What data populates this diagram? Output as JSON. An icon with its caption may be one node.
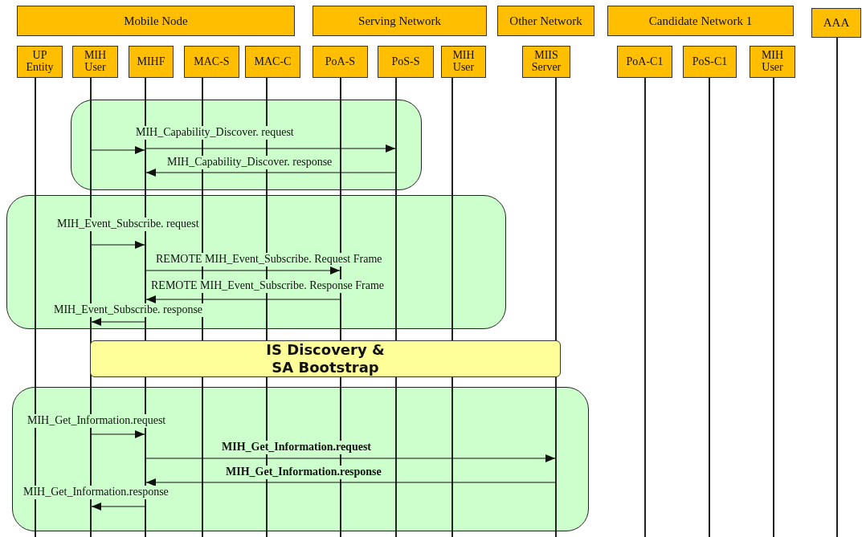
{
  "diagram": {
    "nodes": [
      {
        "text": [
          "Mobile Node"
        ]
      },
      {
        "text": [
          "Serving Network"
        ]
      },
      {
        "text": [
          "Other Network"
        ]
      },
      {
        "text": [
          "Candidate Network 1"
        ]
      },
      {
        "text": [
          "AAA"
        ]
      },
      {
        "text": [
          "UP Entity"
        ]
      },
      {
        "text": [
          "MIH User"
        ]
      },
      {
        "text": [
          "MIHF"
        ]
      },
      {
        "text": [
          "MAC-S"
        ]
      },
      {
        "text": [
          "MAC-C"
        ]
      },
      {
        "text": [
          "PoA-S"
        ]
      },
      {
        "text": [
          "PoS-S"
        ]
      },
      {
        "text": [
          "MIH User"
        ]
      },
      {
        "text": [
          "MIIS Server"
        ]
      },
      {
        "text": [
          "PoA-C1"
        ]
      },
      {
        "text": [
          "PoS-C1"
        ]
      },
      {
        "text": [
          "MIH User"
        ]
      },
      {
        "text": [
          "IS Discovery & SA Bootstrap"
        ]
      },
      {
        "text": [],
        "shape": "line"
      },
      {
        "text": [],
        "shape": "line"
      },
      {
        "text": [],
        "shape": "line"
      },
      {
        "text": [],
        "shape": "line"
      },
      {
        "text": [],
        "shape": "line"
      },
      {
        "text": [],
        "shape": "line"
      },
      {
        "text": [],
        "shape": "line"
      },
      {
        "text": [],
        "shape": "line"
      },
      {
        "text": [],
        "shape": "line"
      },
      {
        "text": [],
        "shape": "line"
      },
      {
        "text": [],
        "shape": "line"
      },
      {
        "text": [],
        "shape": "line"
      },
      {
        "text": [],
        "shape": "line"
      }
    ],
    "edges": [
      {
        "from": 19,
        "to": 20,
        "arrow": "to"
      },
      {
        "from": 20,
        "to": 24,
        "arrow": "to",
        "label": "MIH_Capability_Discover. request"
      },
      {
        "from": 24,
        "to": 20,
        "arrow": "to",
        "label": "MIH_Capability_Discover. response"
      },
      {
        "from": 19,
        "to": 20,
        "arrow": "to",
        "label": "MIH_Event_Subscribe. request"
      },
      {
        "from": 20,
        "to": 23,
        "arrow": "to",
        "label": "REMOTE MIH_Event_Subscribe. Request Frame"
      },
      {
        "from": 23,
        "to": 20,
        "arrow": "to",
        "label": "REMOTE MIH_Event_Subscribe. Response Frame"
      },
      {
        "from": 20,
        "to": 19,
        "arrow": "to",
        "label": "MIH_Event_Subscribe. response"
      },
      {
        "from": 19,
        "to": 20,
        "arrow": "to",
        "label": "MIH_Get_Information.request"
      },
      {
        "from": 20,
        "to": 26,
        "arrow": "to",
        "label": "**MIH_Get_Information.request**"
      },
      {
        "from": 26,
        "to": 20,
        "arrow": "to",
        "label": "**MIH_Get_Information.response**"
      },
      {
        "from": 20,
        "to": 19,
        "arrow": "to",
        "label": "MIH_Get_Information.response"
      }
    ]
  }
}
